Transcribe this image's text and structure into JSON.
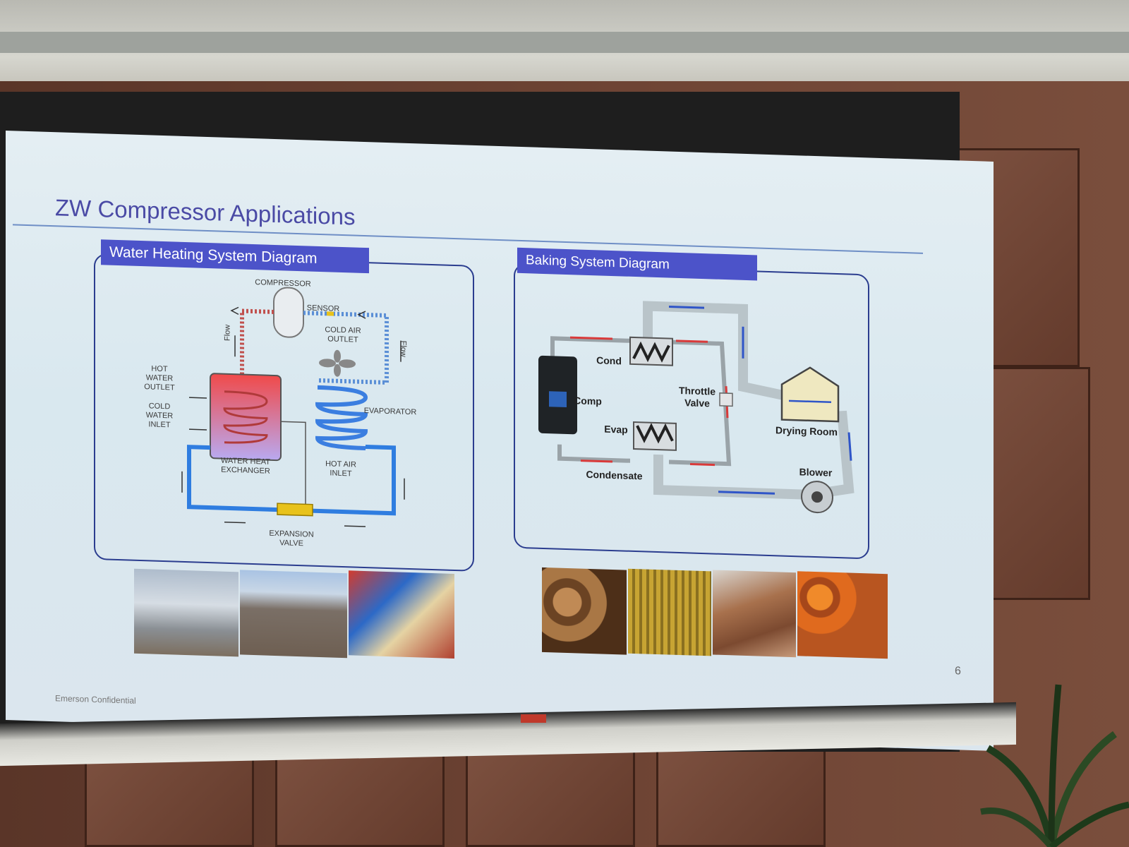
{
  "slide": {
    "title": "ZW Compressor Applications",
    "footer": "Emerson Confidential",
    "page_number": "6"
  },
  "water_heating": {
    "heading": "Water Heating System Diagram",
    "labels": {
      "compressor": "COMPRESSOR",
      "sensor": "SENSOR",
      "flow_left": "Flow",
      "flow_right": "Flow",
      "cold_air_outlet_1": "COLD AIR",
      "cold_air_outlet_2": "OUTLET",
      "hot_water_outlet_1": "HOT",
      "hot_water_outlet_2": "WATER",
      "hot_water_outlet_3": "OUTLET",
      "cold_water_inlet_1": "COLD",
      "cold_water_inlet_2": "WATER",
      "cold_water_inlet_3": "INLET",
      "evaporator": "EVAPORATOR",
      "water_heat_exchanger_1": "WATER HEAT",
      "water_heat_exchanger_2": "EXCHANGER",
      "hot_air_inlet_1": "HOT AIR",
      "hot_air_inlet_2": "INLET",
      "expansion_valve_1": "EXPANSION",
      "expansion_valve_2": "VALVE"
    }
  },
  "baking": {
    "heading": "Baking System Diagram",
    "labels": {
      "cond": "Cond",
      "comp": "Comp",
      "evap": "Evap",
      "condensate": "Condensate",
      "throttle_valve_1": "Throttle",
      "throttle_valve_2": "Valve",
      "drying_room": "Drying Room",
      "blower": "Blower"
    }
  },
  "colors": {
    "title": "#4a4aa5",
    "tab_fill": "#4c53c9",
    "hot_pipe": "#d93a3a",
    "cold_pipe": "#2f7de0",
    "panel_border": "#2b3d8f"
  }
}
